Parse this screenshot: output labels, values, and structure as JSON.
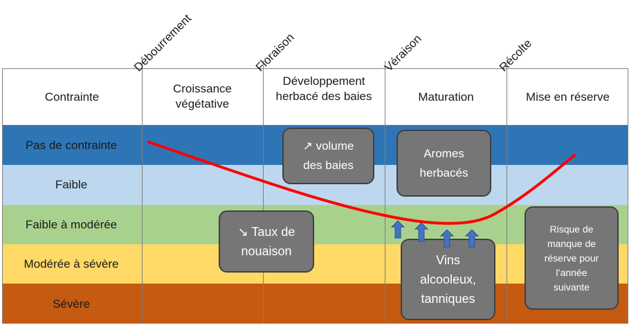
{
  "header": {
    "constraint_col": "Contrainte",
    "phases": [
      "Croissance végétative",
      "Développement herbacé des baies",
      "Maturation",
      "Mise en réserve"
    ]
  },
  "stages": [
    "Débourrement",
    "Floraison",
    "Véraison",
    "Récolte"
  ],
  "rows": [
    {
      "label": "Pas de contrainte",
      "color": "#2e75b6"
    },
    {
      "label": "Faible",
      "color": "#bdd7ee"
    },
    {
      "label": "Faible à modérée",
      "color": "#a9d18e"
    },
    {
      "label": "Modérée à sévère",
      "color": "#ffd966"
    },
    {
      "label": "Sévère",
      "color": "#c55a11"
    }
  ],
  "boxes": {
    "berry_volume": "↗ volume des baies",
    "herbaceous_aromas": "Aromes herbacés",
    "fruit_set": "↘ Taux de nouaison",
    "alcoholic_wines": "Vins alcooleux, tanniques",
    "reserve_risk": "Risque de manque de réserve pour l’année suivante"
  },
  "colors": {
    "curve": "#ff0000",
    "box": "#767676",
    "arrow": "#4472c4"
  }
}
